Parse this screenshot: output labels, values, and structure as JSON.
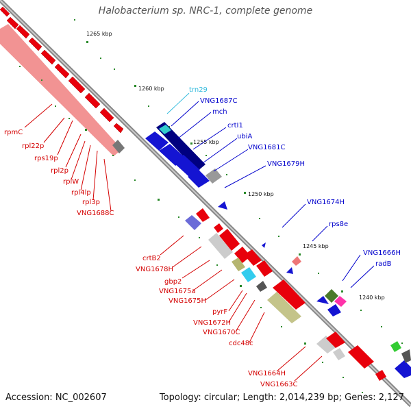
{
  "header": {
    "title": "Halobacterium sp. NRC-1, complete genome"
  },
  "footer": {
    "accession": "Accession: NC_002607",
    "topology": "Topology: circular; Length: 2,014,239 bp; Genes: 2,127"
  },
  "colors": {
    "forward_gene": "#e8000b",
    "reverse_gene": "#1414d2",
    "trna": "#33cccc",
    "other_gene": "#999999",
    "forward_label": "#d40000",
    "reverse_label": "#0000cc",
    "trna_label": "#33bbdd",
    "backbone": "#888888",
    "tick": "#2a8a2a"
  },
  "scale_labels": [
    "1265 kbp",
    "1260 kbp",
    "1255 kbp",
    "1250 kbp",
    "1245 kbp",
    "1240 kbp"
  ],
  "gene_labels": {
    "forward": [
      "rpmC",
      "rpl22p",
      "rps19p",
      "rpl2p",
      "rplW",
      "rpl4lp",
      "rpl3p",
      "VNG1688C",
      "crtB2",
      "VNG1678H",
      "gbp2",
      "VNG1675a",
      "VNG1675H",
      "pyrF",
      "VNG1672H",
      "VNG1670C",
      "cdc48c",
      "VNG1664H",
      "VNG1663C"
    ],
    "reverse": [
      "mch",
      "crtI1",
      "ubiA",
      "VNG1681C",
      "VNG1679H",
      "VNG1674H",
      "rps8e",
      "VNG1666H",
      "radB",
      "VNG1687C"
    ],
    "trna": [
      "trn29"
    ]
  }
}
